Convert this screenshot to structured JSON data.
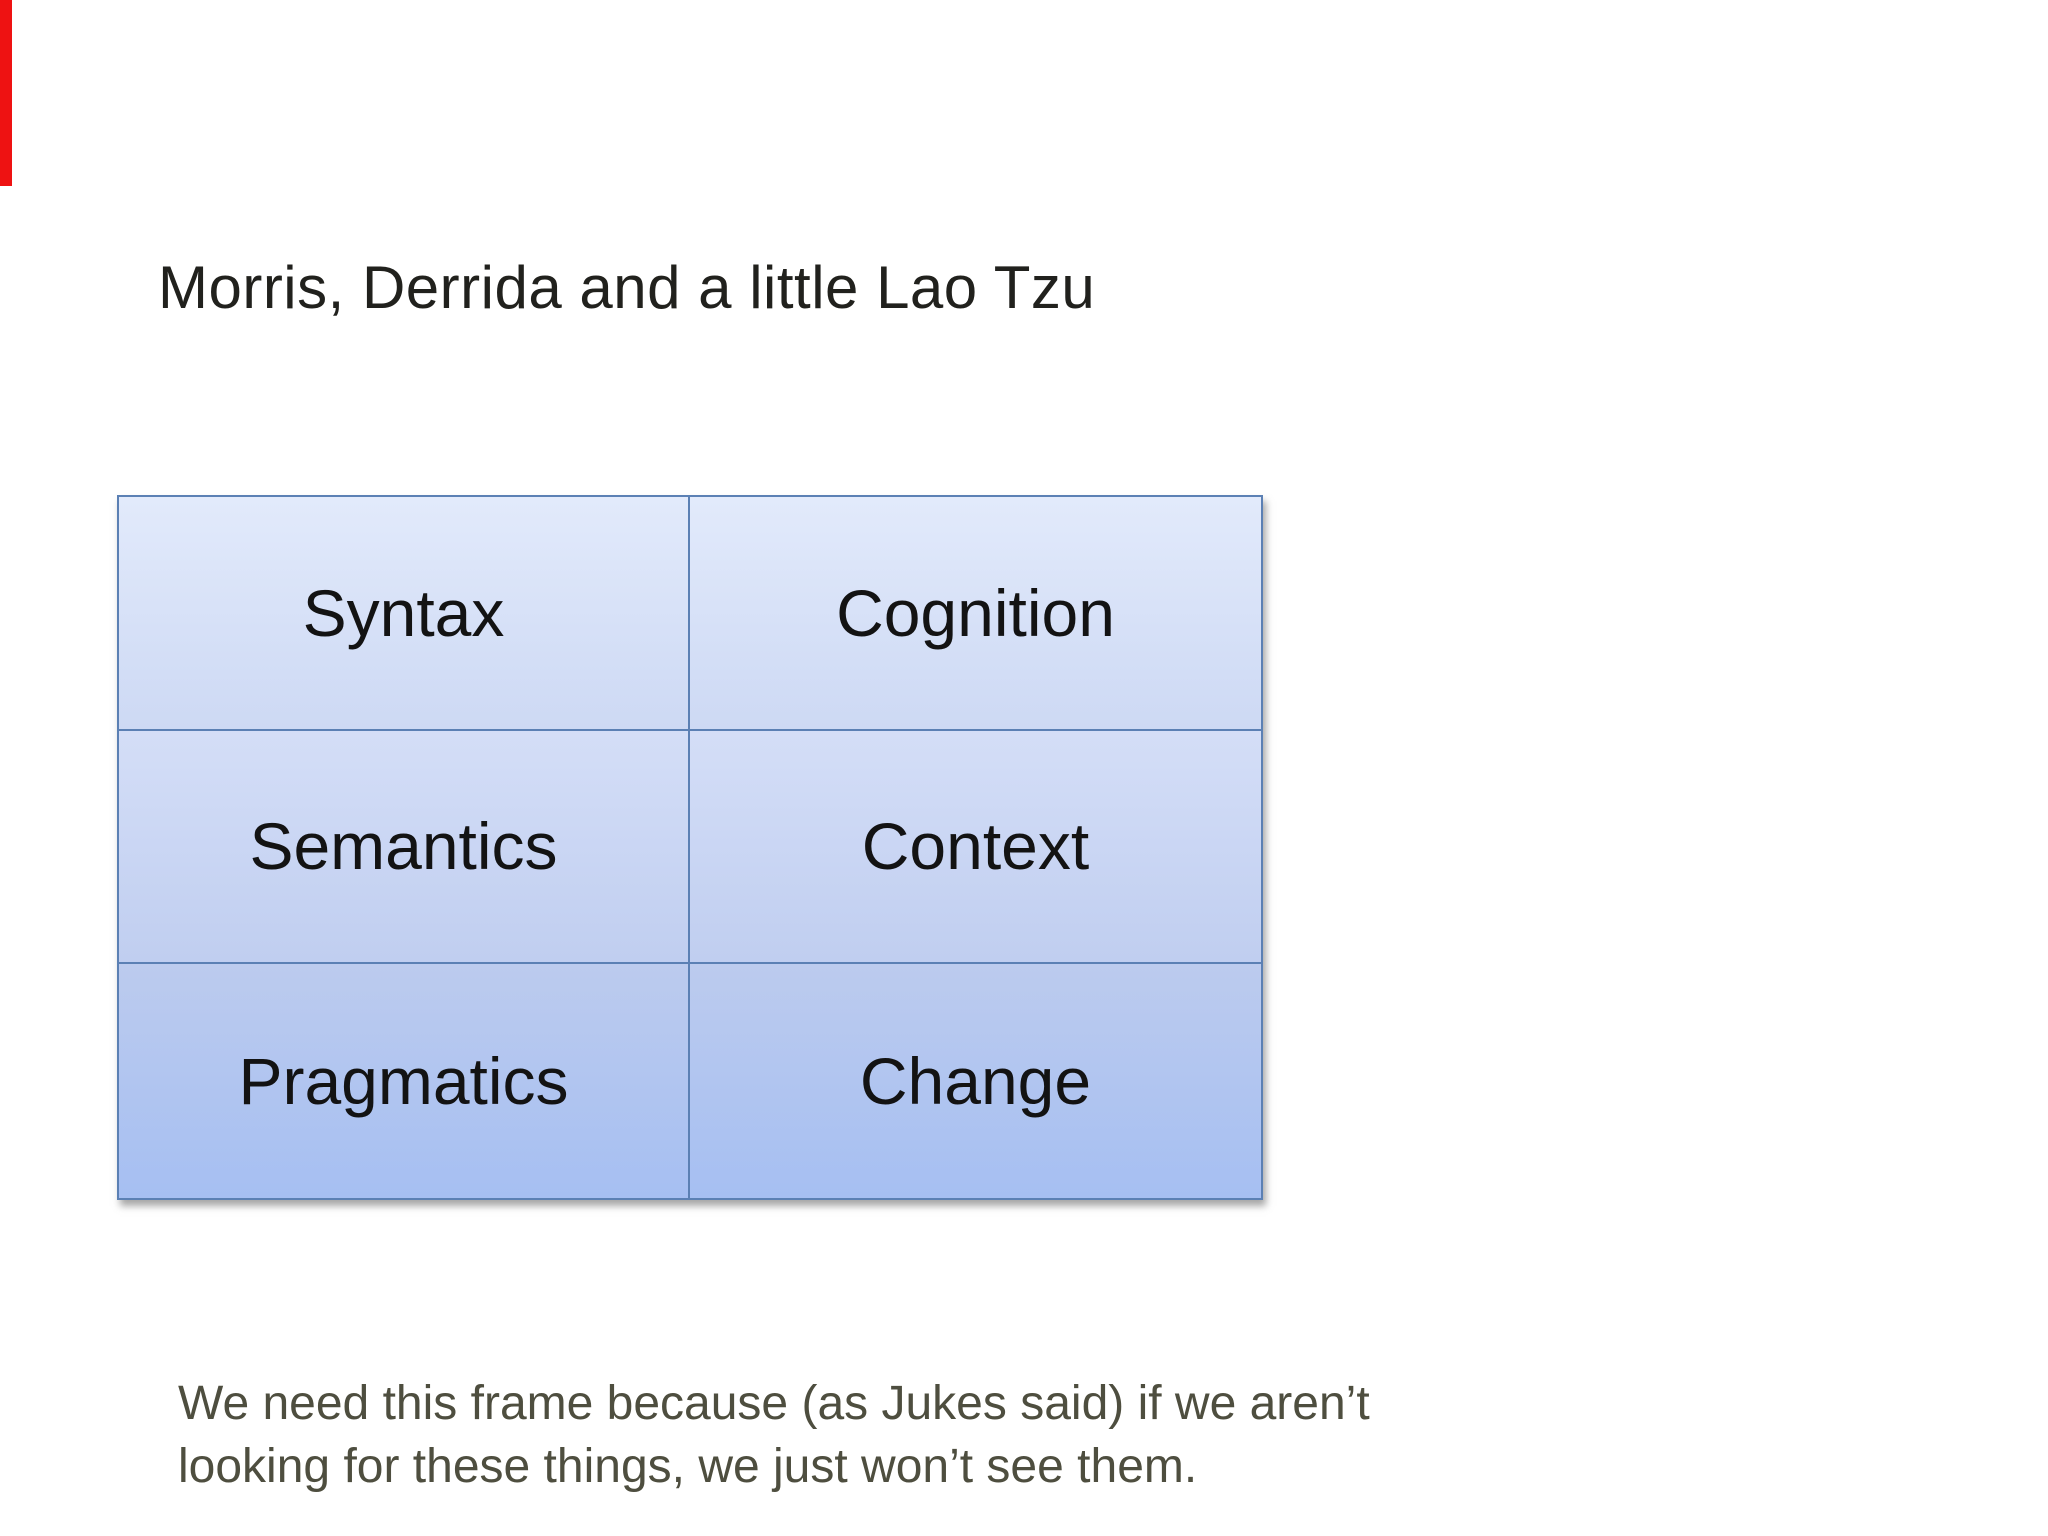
{
  "colors": {
    "bg": "#ffffff",
    "title-text": "#21211d",
    "cell-text": "#131313",
    "footnote-text": "#4e4e3f",
    "table-border": "#5b80b4",
    "cell-r1-top": "#e2eafb",
    "cell-r1-bottom": "#cdd9f4",
    "cell-r2-top": "#d4def7",
    "cell-r2-bottom": "#c0cef0",
    "cell-r3-top": "#bccbee",
    "cell-r3-bottom": "#a6bff2",
    "marker-red": "#ee1212"
  },
  "slide": {
    "title": "Morris, Derrida and a little Lao Tzu",
    "table": {
      "rows": [
        {
          "cells": [
            "Syntax",
            "Cognition"
          ]
        },
        {
          "cells": [
            "Semantics",
            "Context"
          ]
        },
        {
          "cells": [
            "Pragmatics",
            "Change"
          ]
        }
      ]
    },
    "footnote": {
      "line1": "We need this frame because (as Jukes said) if we aren’t",
      "line2": "looking for these things, we just won’t see them."
    }
  }
}
